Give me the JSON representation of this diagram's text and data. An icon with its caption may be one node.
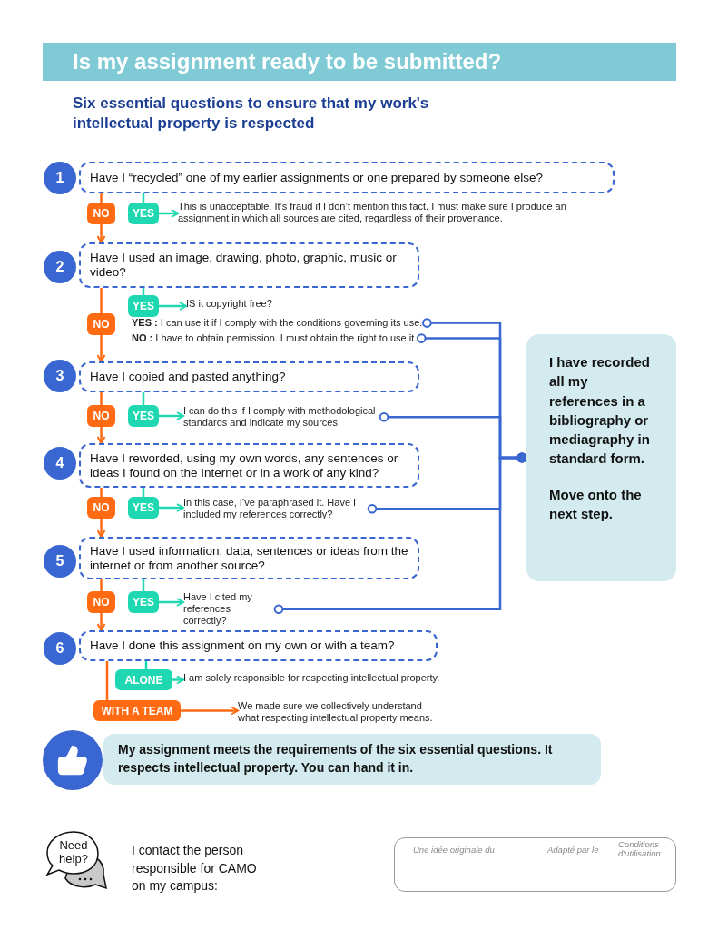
{
  "diagram": {
    "title": "Is my assignment ready to be submitted?",
    "nodes": [
      {
        "text": [
          "1"
        ]
      },
      {
        "text": [
          "Have I “recycled” one of my earlier assignments or one prepared by someone else?"
        ]
      },
      {
        "text": [
          "NO"
        ]
      },
      {
        "text": [
          "YES"
        ]
      },
      {
        "text": [
          "This is unacceptable. It’s fraud if I don’t mention this fact. I must make sure I produce an assignment in which all sources are cited, regardless of their provenance."
        ]
      },
      {
        "text": [
          "2"
        ]
      },
      {
        "text": [
          "Have I used an image, drawing, photo, graphic, music or video?"
        ]
      },
      {
        "text": [
          "YES"
        ]
      },
      {
        "text": [
          "IS it copyright free?"
        ]
      },
      {
        "text": [
          "NO"
        ]
      },
      {
        "text": [
          "**YES :** I can use it if I comply with the conditions governing its use."
        ]
      },
      {
        "text": [
          "**NO :**  I have to obtain permission. I must obtain the right to use it."
        ]
      },
      {
        "text": [
          "3"
        ]
      },
      {
        "text": [
          "Have I copied and pasted anything?"
        ]
      },
      {
        "text": [
          "NO"
        ]
      },
      {
        "text": [
          "YES"
        ]
      },
      {
        "text": [
          "I can do this if I comply with methodological standards and indicate my sources."
        ]
      },
      {
        "text": [
          "4"
        ]
      },
      {
        "text": [
          "Have I reworded, using my own words, any sentences or ideas I found on the Internet or in a work of any kind?"
        ]
      },
      {
        "text": [
          "NO"
        ]
      },
      {
        "text": [
          "YES"
        ]
      },
      {
        "text": [
          "In this case, I’ve paraphrased it. Have I included my references correctly?"
        ]
      },
      {
        "text": [
          "5"
        ]
      },
      {
        "text": [
          "Have I used information, data, sentences or ideas from the internet or from another source?"
        ]
      },
      {
        "text": [
          "NO"
        ]
      },
      {
        "text": [
          "YES"
        ]
      },
      {
        "text": [
          "Have I cited my references correctly?"
        ]
      },
      {
        "text": [
          "6"
        ]
      },
      {
        "text": [
          "Have I done this assignment on my own or with a team?"
        ]
      },
      {
        "text": [
          "ALONE"
        ]
      },
      {
        "text": [
          "I am solely responsible for respecting intellectual property."
        ]
      },
      {
        "text": [
          "WITH A TEAM"
        ]
      },
      {
        "text": [
          "We made sure we collectively understand what respecting intellectual property means."
        ]
      },
      {
        "text": [
          "My assignment meets the requirements of the six essential questions. It respects intellectual property. You can hand it in."
        ]
      },
      {
        "text": [
          "I have recorded all my references in a bibliography or mediagraphy in standard form.",
          "Move onto the next step."
        ]
      },
      {
        "text": [
          "Need help?"
        ]
      },
      {
        "text": [
          "Une idée originale du",
          "Adapté par le",
          "Conditions d'utilisation"
        ]
      }
    ],
    "edges": [
      {
        "from": 1,
        "to": 2,
        "arrow": "none",
        "color": "#ff6a13"
      },
      {
        "from": 2,
        "to": 6,
        "arrow": "to",
        "color": "#ff6a13"
      },
      {
        "from": 1,
        "to": 3,
        "arrow": "none",
        "color": "#1fd8b1"
      },
      {
        "from": 3,
        "to": 4,
        "arrow": "to",
        "color": "#1fd8b1"
      },
      {
        "from": 6,
        "to": 7,
        "arrow": "none",
        "color": "#1fd8b1"
      },
      {
        "from": 7,
        "to": 8,
        "arrow": "to",
        "color": "#1fd8b1"
      },
      {
        "from": 6,
        "to": 9,
        "arrow": "none",
        "color": "#ff6a13"
      },
      {
        "from": 9,
        "to": 13,
        "arrow": "to",
        "color": "#ff6a13"
      },
      {
        "from": 10,
        "to": 34,
        "arrow": "other",
        "color": "#3a66d1"
      },
      {
        "from": 11,
        "to": 34,
        "arrow": "other",
        "color": "#3a66d1"
      },
      {
        "from": 13,
        "to": 14,
        "arrow": "none",
        "color": "#ff6a13"
      },
      {
        "from": 14,
        "to": 18,
        "arrow": "to",
        "color": "#ff6a13"
      },
      {
        "from": 13,
        "to": 15,
        "arrow": "none",
        "color": "#1fd8b1"
      },
      {
        "from": 15,
        "to": 16,
        "arrow": "to",
        "color": "#1fd8b1"
      },
      {
        "from": 16,
        "to": 34,
        "arrow": "other",
        "color": "#3a66d1"
      },
      {
        "from": 18,
        "to": 19,
        "arrow": "none",
        "color": "#ff6a13"
      },
      {
        "from": 19,
        "to": 23,
        "arrow": "to",
        "color": "#ff6a13"
      },
      {
        "from": 18,
        "to": 20,
        "arrow": "none",
        "color": "#1fd8b1"
      },
      {
        "from": 20,
        "to": 21,
        "arrow": "to",
        "color": "#1fd8b1"
      },
      {
        "from": 21,
        "to": 34,
        "arrow": "other",
        "color": "#3a66d1"
      },
      {
        "from": 23,
        "to": 24,
        "arrow": "none",
        "color": "#ff6a13"
      },
      {
        "from": 24,
        "to": 28,
        "arrow": "to",
        "color": "#ff6a13"
      },
      {
        "from": 23,
        "to": 25,
        "arrow": "none",
        "color": "#1fd8b1"
      },
      {
        "from": 25,
        "to": 26,
        "arrow": "to",
        "color": "#1fd8b1"
      },
      {
        "from": 26,
        "to": 34,
        "arrow": "other",
        "color": "#3a66d1"
      },
      {
        "from": 28,
        "to": 29,
        "arrow": "none",
        "color": "#1fd8b1"
      },
      {
        "from": 29,
        "to": 30,
        "arrow": "to",
        "color": "#1fd8b1"
      },
      {
        "from": 28,
        "to": 31,
        "arrow": "none",
        "color": "#ff6a13"
      },
      {
        "from": 31,
        "to": 32,
        "arrow": "to",
        "color": "#ff6a13"
      }
    ],
    "labels": [
      "Six essential questions to ensure that my work's intellectual property is respected",
      "I contact the person responsible for CAMO on my campus:"
    ]
  }
}
